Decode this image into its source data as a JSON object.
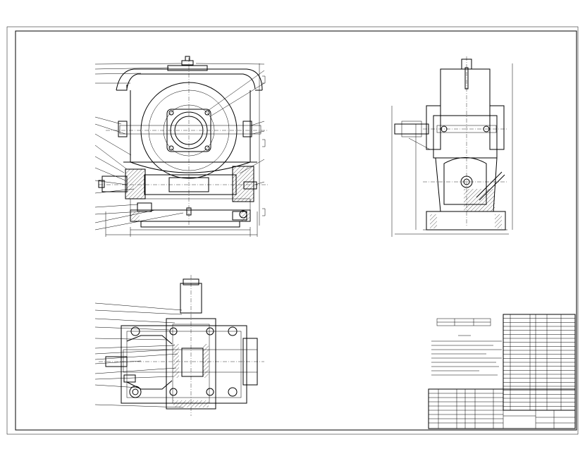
{
  "drawing": {
    "views": [
      "front-section",
      "side-section",
      "top-section"
    ],
    "leader_count_front": 16,
    "leader_count_top": 13,
    "colors": {
      "line": "#000000",
      "paper": "#ffffff"
    },
    "title_block_rows": 9,
    "parts_list_rows": 24
  }
}
